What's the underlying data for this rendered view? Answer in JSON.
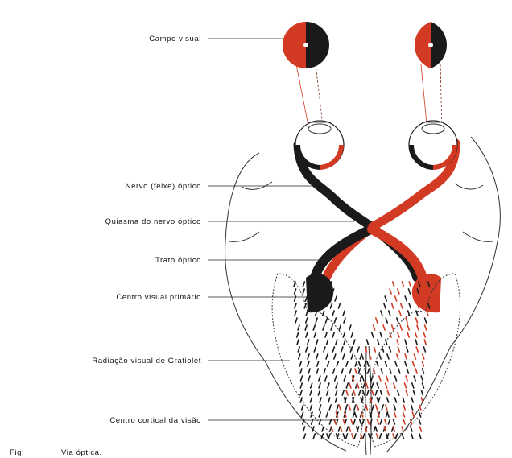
{
  "diagram": {
    "labels": {
      "visual_field": "Campo visual",
      "optic_nerve": "Nervo (feixe) óptico",
      "chiasm": "Quiasma do nervo óptico",
      "optic_tract": "Trato óptico",
      "primary_center": "Centro visual primário",
      "radiation": "Radiação visual de Gratiolet",
      "cortical_center": "Centro cortical da visão"
    },
    "caption": {
      "prefix": "Fig.",
      "text": "Via óptica."
    }
  },
  "colors": {
    "red": "#d23a23",
    "black": "#1a1a1a",
    "outline": "#333333"
  }
}
